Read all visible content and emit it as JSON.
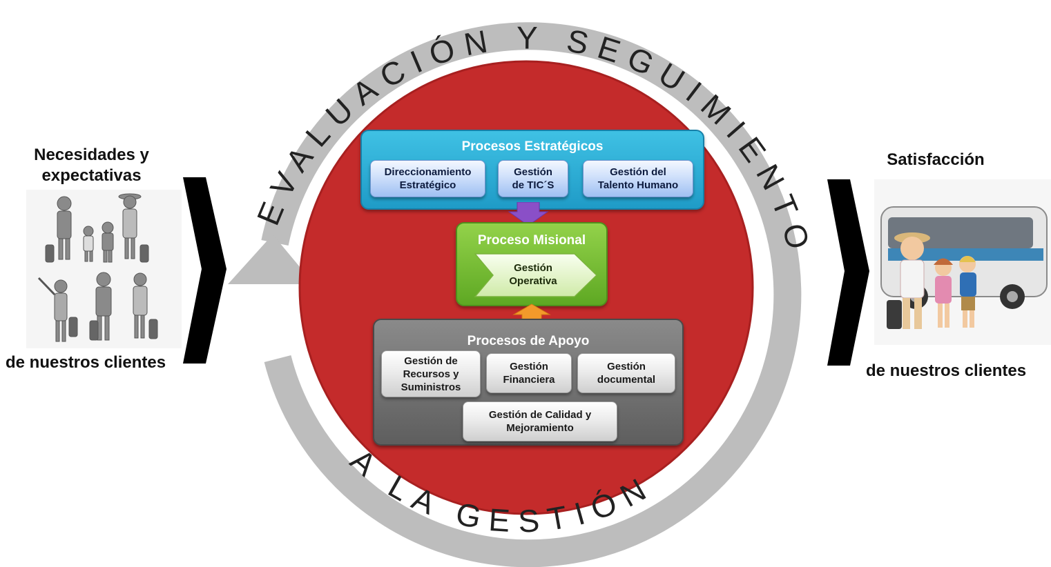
{
  "left": {
    "title": "Necesidades y expectativas",
    "footer": "de nuestros clientes"
  },
  "right": {
    "title": "Satisfacción",
    "footer": "de nuestros clientes"
  },
  "ring": {
    "top_text": "EVALUACIÓN Y SEGUIMIENTO",
    "bottom_text": "A LA GESTIÓN"
  },
  "strategic": {
    "title": "Procesos Estratégicos",
    "items": [
      "Direccionamiento\nEstratégico",
      "Gestión\nde TIC´S",
      "Gestión del\nTalento Humano"
    ]
  },
  "mission": {
    "title": "Proceso Misional",
    "item": "Gestión\nOperativa"
  },
  "support": {
    "title": "Procesos de Apoyo",
    "items": [
      "Gestión de\nRecursos y\nSuministros",
      "Gestión\nFinanciera",
      "Gestión\ndocumental",
      "Gestión de Calidad y\nMejoramiento"
    ]
  },
  "colors": {
    "circle_red": "#c42b2b",
    "ring_gray": "#bdbdbd",
    "strategic_blue": "#2aa8cf",
    "mission_green": "#7cc234",
    "support_gray": "#6e6e6e",
    "arrow_purple": "#8a4fc7",
    "arrow_orange": "#f39a2b"
  },
  "icons": [
    "travelers-illustration",
    "bus-family-illustration",
    "chevron-right-icon"
  ]
}
